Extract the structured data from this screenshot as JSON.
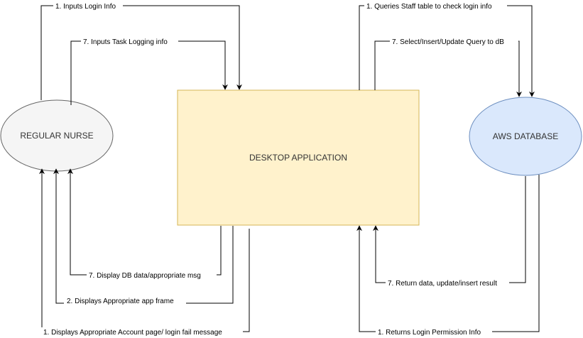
{
  "nodes": {
    "nurse": {
      "label": "REGULAR NURSE",
      "fill": "#f5f5f5",
      "stroke": "#666666"
    },
    "app": {
      "label": "DESKTOP APPLICATION",
      "fill": "#fff2cc",
      "stroke": "#d6b656"
    },
    "db": {
      "label": "AWS DATABASE",
      "fill": "#dae8fc",
      "stroke": "#6c8ebf"
    }
  },
  "edges": {
    "nurse_login": "1. Inputs Login Info",
    "nurse_task": "7. Inputs Task Logging info",
    "app_query_staff": "1. Queries Staff table to check login info",
    "app_query_db": "7. Select/Insert/Update Query to dB",
    "app_display_db": "7. Display DB data/appropriate msg",
    "app_display_frame": "2. Displays Appropriate app frame",
    "app_display_account": "1. Displays Appropriate Account page/ login fail message",
    "db_return_data": "7. Return data, update/insert result",
    "db_return_login": "1. Returns Login Permission Info"
  }
}
